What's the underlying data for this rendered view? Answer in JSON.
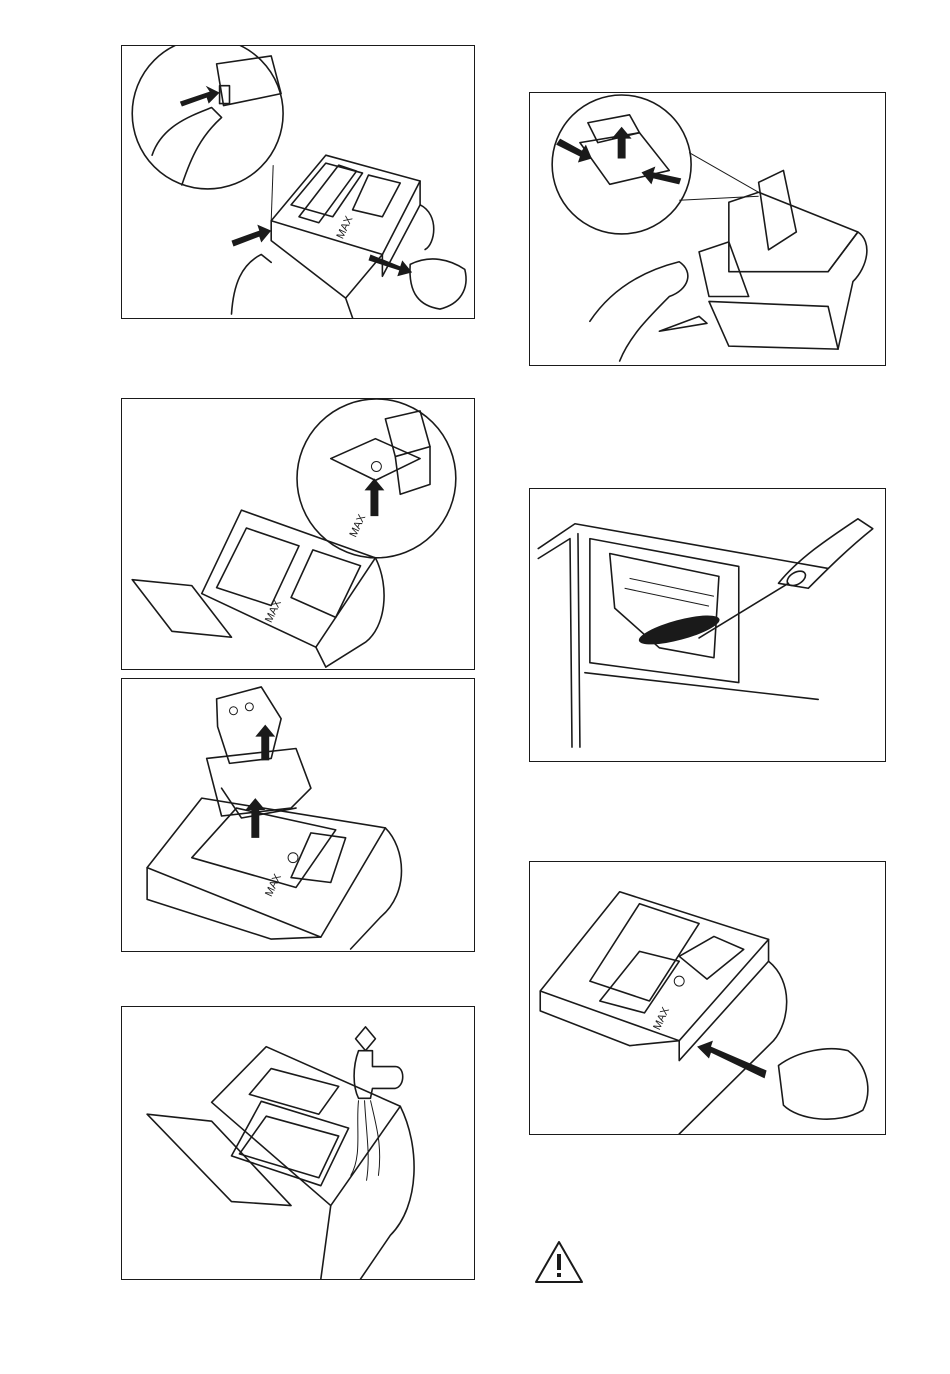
{
  "illustrations": [
    {
      "id": "fig1",
      "subject": "press-release-tab-and-pull-dispenser-out"
    },
    {
      "id": "fig2",
      "subject": "lift-liquid-detergent-flap-out"
    },
    {
      "id": "fig3",
      "subject": "remove-top-insert-and-flap"
    },
    {
      "id": "fig4",
      "subject": "rinse-drawer-under-tap"
    },
    {
      "id": "fig5",
      "subject": "clean-flap-and-press-tabs"
    },
    {
      "id": "fig6",
      "subject": "brush-clean-dispenser-recess"
    },
    {
      "id": "fig7",
      "subject": "push-dispenser-back-in"
    }
  ],
  "drawer_label": "MAX",
  "colors": {
    "line": "#1a1a1a",
    "paper": "#ffffff"
  },
  "icons": {
    "warning": "warning-triangle-icon"
  }
}
